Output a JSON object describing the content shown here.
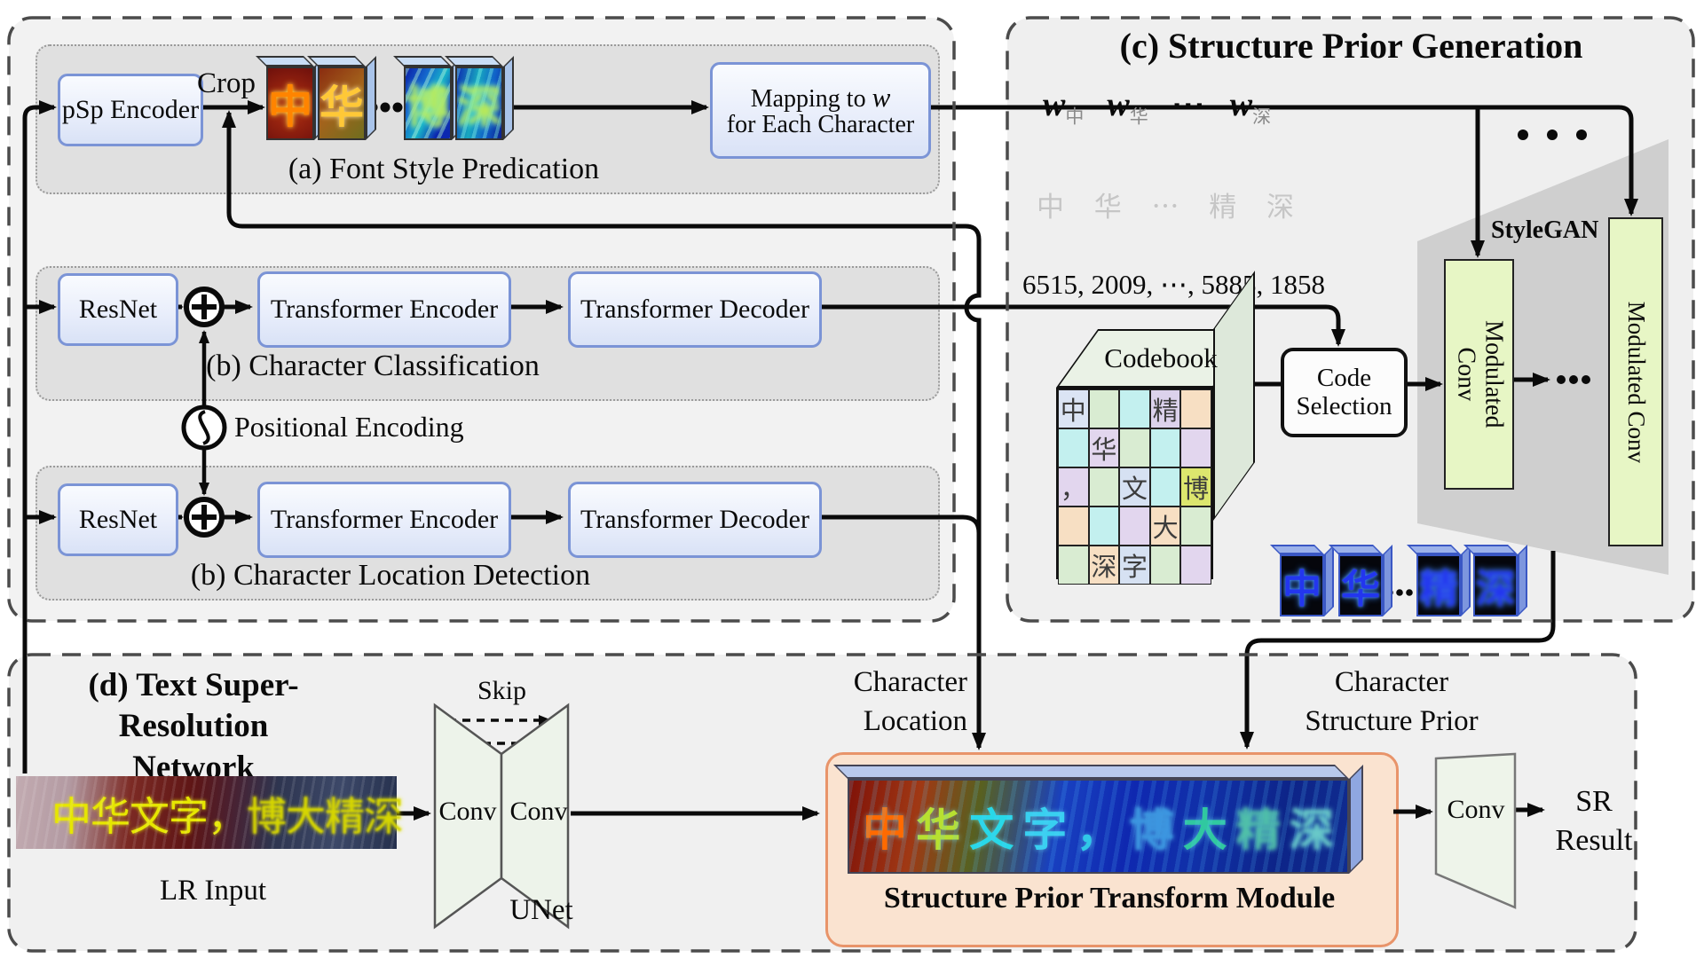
{
  "font_style": {
    "caption": "(a) Font Style Predication",
    "psp_label": "pSp Encoder",
    "crop_label": "Crop",
    "mapping_pre": "Mapping to ",
    "mapping_w": "w",
    "mapping_line2": "for Each Character",
    "cube_glyphs": [
      "中",
      "华",
      "博",
      "深"
    ],
    "dots_icon": "ellipsis-dots"
  },
  "classification": {
    "caption": "(b) Character Classification",
    "resnet_label": "ResNet",
    "encoder_label": "Transformer Encoder",
    "decoder_label": "Transformer Decoder"
  },
  "positional_encoding_label": "Positional Encoding",
  "location": {
    "caption": "(b) Character Location Detection",
    "resnet_label": "ResNet",
    "encoder_label": "Transformer Encoder",
    "decoder_label": "Transformer Decoder"
  },
  "structure_prior": {
    "title": "(c) Structure Prior Generation",
    "w_tokens": [
      {
        "w": "w",
        "sub": "中"
      },
      {
        "w": "w",
        "sub": "华"
      },
      {
        "dots": "⋯"
      },
      {
        "w": "w",
        "sub": "深"
      }
    ],
    "chars_row": "中 华 ⋯ 精 深",
    "codes_row": "6515, 2009, ⋯, 5885, 1858",
    "codebook_label": "Codebook",
    "codebook_cells": [
      {
        "ch": "中",
        "bg": "#dbe4f4"
      },
      {
        "bg": "#d9ecd2"
      },
      {
        "bg": "#c3f0ef"
      },
      {
        "ch": "精",
        "bg": "#dcd2ec"
      },
      {
        "bg": "#f7dfc3"
      },
      {
        "bg": "#c3f0ef"
      },
      {
        "ch": "华",
        "bg": "#e2d6ee"
      },
      {
        "bg": "#d9ecd2"
      },
      {
        "bg": "#c3f0ef"
      },
      {
        "bg": "#e2d6ee"
      },
      {
        "ch": "，",
        "bg": "#e2d6ee"
      },
      {
        "bg": "#d9ecd2"
      },
      {
        "ch": "文",
        "bg": "#d6e1f2"
      },
      {
        "bg": "#c3f0ef"
      },
      {
        "ch": "博",
        "bg": "#dce66e"
      },
      {
        "bg": "#f7dfc3"
      },
      {
        "bg": "#c3f0ef"
      },
      {
        "bg": "#e2d6ee"
      },
      {
        "ch": "大",
        "bg": "#f7dfc3"
      },
      {
        "bg": "#d9ecd2"
      },
      {
        "bg": "#d9ecd2"
      },
      {
        "ch": "深",
        "bg": "#f7dfc3"
      },
      {
        "ch": "字",
        "bg": "#d6e1f2"
      },
      {
        "bg": "#d9ecd2"
      },
      {
        "bg": "#e2d6ee"
      }
    ],
    "code_selection_line1": "Code",
    "code_selection_line2": "Selection",
    "stylegan_label": "StyleGAN",
    "modulated_conv_1": "Modulated Conv",
    "modulated_conv_2": "Modulated Conv",
    "prior_cube_glyphs": [
      "中",
      "华",
      "精",
      "深"
    ]
  },
  "tsr": {
    "title_line1": "(d) Text Super-Resolution",
    "title_line2": "Network",
    "lr_text_part1": "中华文字，",
    "lr_text_part2": "博大精深",
    "lr_caption": "LR Input",
    "skip_label": "Skip",
    "unet_conv_left": "Conv",
    "unet_conv_right": "Conv",
    "unet_label": "UNet",
    "char_location_line1": "Character",
    "char_location_line2": "Location",
    "char_prior_line1": "Character",
    "char_prior_line2": "Structure Prior",
    "module_caption": "Structure Prior Transform Module",
    "module_chars": [
      {
        "ch": "中",
        "c": "#ff6a00",
        "blur": 0
      },
      {
        "ch": "华",
        "c": "#b8e030",
        "blur": 0
      },
      {
        "ch": "文",
        "c": "#28d8e8",
        "blur": 0
      },
      {
        "ch": "字",
        "c": "#38d0f0",
        "blur": 0
      },
      {
        "ch": "，",
        "c": "#30c8e8",
        "blur": 0
      },
      {
        "ch": "博",
        "c": "#3c96e0",
        "blur": 1
      },
      {
        "ch": "大",
        "c": "#30c8a0",
        "blur": 0
      },
      {
        "ch": "精",
        "c": "#50c0a8",
        "blur": 2
      },
      {
        "ch": "深",
        "c": "#68c8c8",
        "blur": 2
      }
    ],
    "final_conv_label": "Conv",
    "sr_line1": "SR",
    "sr_line2": "Result"
  },
  "colors": {
    "box_border": "#7b94d6",
    "module_border": "#e8946a",
    "modulated_conv_fill": "#e7f6c5",
    "panel_bg": "#f1f1f1",
    "inner_panel_bg": "#e0e0e0",
    "wire": "#0a0a0a"
  }
}
